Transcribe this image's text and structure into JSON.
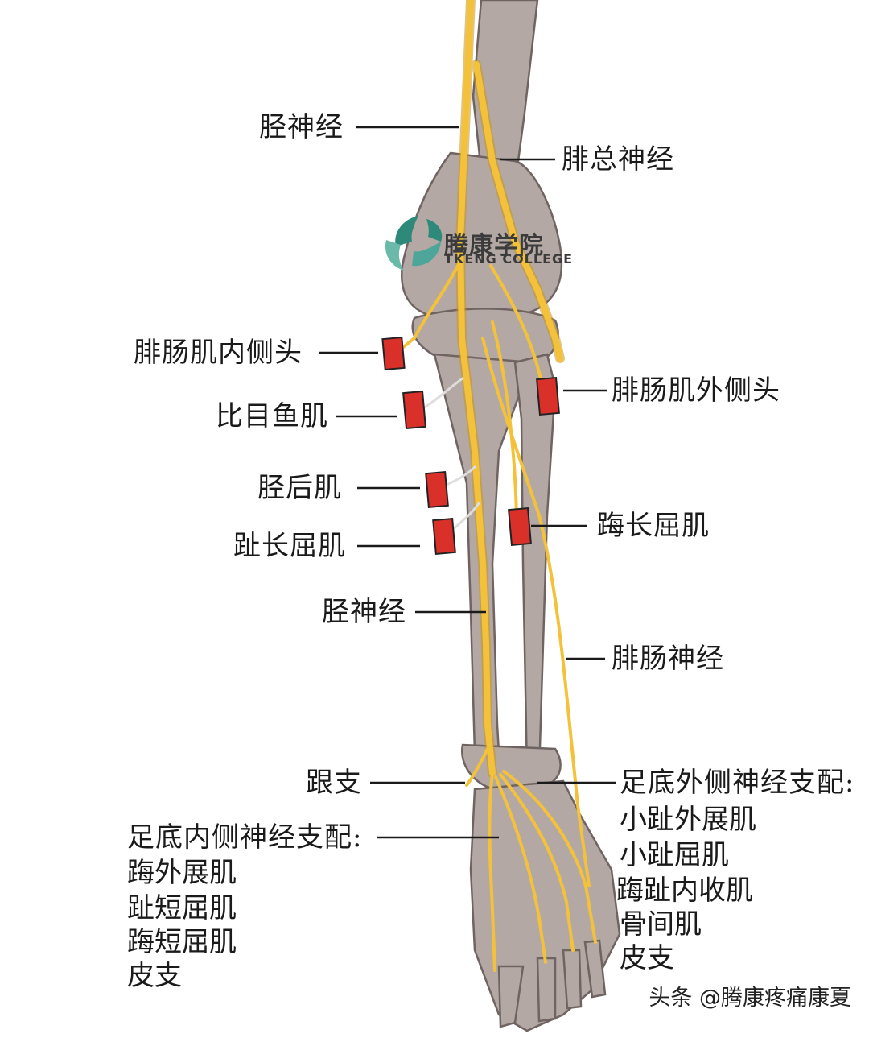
{
  "labels": {
    "tibial_top": "胫神经",
    "common_peroneal": "腓总神经",
    "gastroc_medial": "腓肠肌内侧头",
    "gastroc_lateral": "腓肠肌外侧头",
    "soleus": "比目鱼肌",
    "tibialis_posterior": "胫后肌",
    "fhl": "踇长屈肌",
    "fdl": "趾长屈肌",
    "tibial_mid": "胫神经",
    "sural": "腓肠神经",
    "calcaneal": "跟支",
    "medial_plantar_title": "足底内侧神经支配:",
    "lateral_plantar_title": "足底外侧神经支配:"
  },
  "medial_plantar_items": [
    "踇外展肌",
    "趾短屈肌",
    "踇短屈肌",
    "皮支"
  ],
  "lateral_plantar_items": [
    "小趾外展肌",
    "小趾屈肌",
    "踇趾内收肌",
    "骨间肌",
    "皮支"
  ],
  "logo": {
    "cn": "腾康学院",
    "en": "TKENG COLLEGE"
  },
  "watermark": "头条 @腾康疼痛康夏",
  "colors": {
    "nerve": "#f3c23a",
    "nerve_outline": "#c9951e",
    "bone": "#b4a8a4",
    "bone_outline": "#6f6462",
    "marker": "#d9302a",
    "logo_green": "#2d8a7a"
  }
}
